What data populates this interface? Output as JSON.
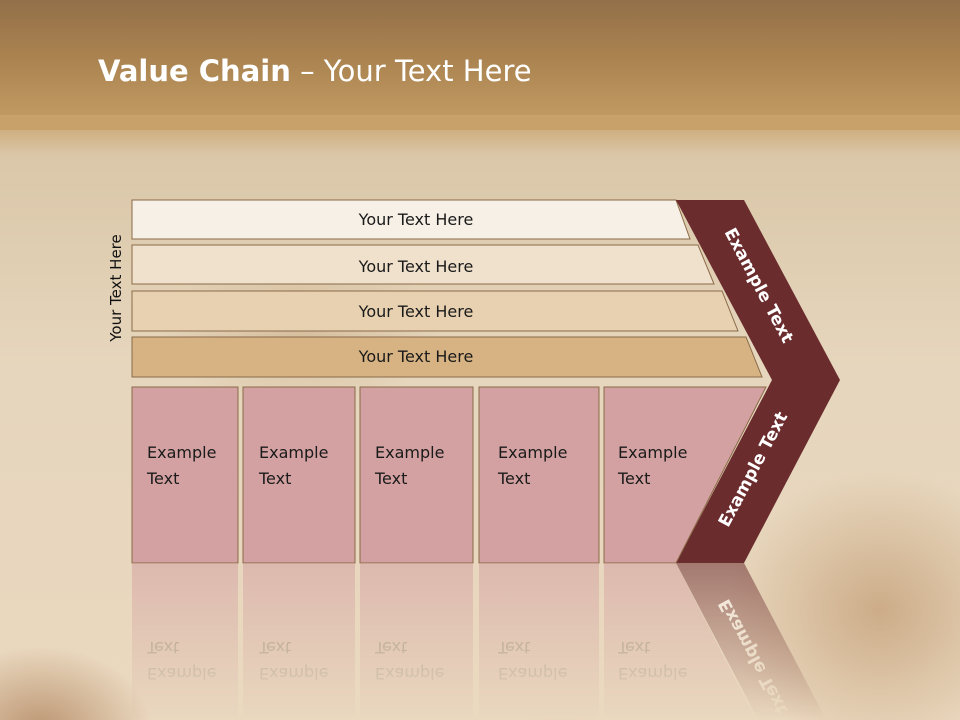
{
  "title": {
    "bold": "Value Chain",
    "rest": " – Your Text Here"
  },
  "side_label": "Your Text Here",
  "support_bars": [
    {
      "label": "Your Text Here",
      "color": "#f6f0e6"
    },
    {
      "label": "Your Text Here",
      "color": "#efe1cc"
    },
    {
      "label": "Your Text Here",
      "color": "#e7d1b0"
    },
    {
      "label": "Your Text Here",
      "color": "#d7b383"
    }
  ],
  "primary_boxes": [
    {
      "line1": "Example",
      "line2": "Text"
    },
    {
      "line1": "Example",
      "line2": "Text"
    },
    {
      "line1": "Example",
      "line2": "Text"
    },
    {
      "line1": "Example",
      "line2": "Text"
    },
    {
      "line1": "Example",
      "line2": "Text"
    }
  ],
  "margin_arrow": {
    "upper_label": "Example Text",
    "lower_label": "Example Text",
    "color": "#6b2c2e"
  },
  "colors": {
    "box_fill": "#d3a1a1",
    "bar_border": "#8a6a48",
    "title_text": "#ffffff"
  }
}
